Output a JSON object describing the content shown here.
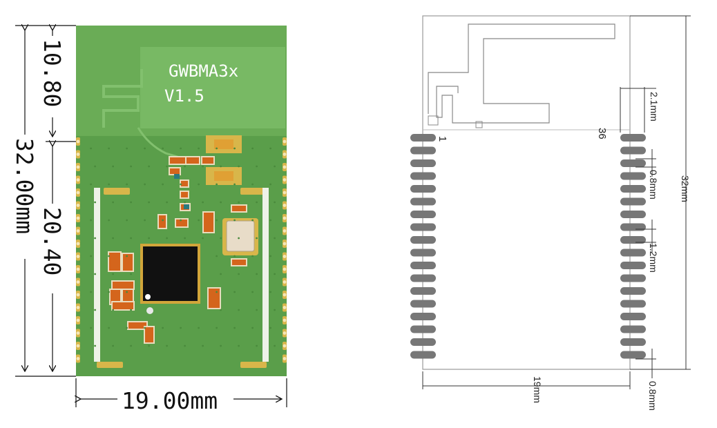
{
  "left_view": {
    "silkscreen": {
      "model": "GWBMA3x",
      "version": "V1.5"
    },
    "dimensions": {
      "antenna_height": "10.80",
      "total_height": "32.00mm",
      "body_height": "20.40",
      "width": "19.00mm"
    }
  },
  "right_view": {
    "pin_first": "1",
    "pin_last": "36",
    "dimensions": {
      "pad_width": "2.1mm",
      "pad_gap": "0.8mm",
      "pad_pitch": "1.2mm",
      "height": "32mm",
      "width": "19mm",
      "edge_offset": "0.8mm"
    }
  },
  "colors": {
    "pcb_green": "#5a9e4a",
    "antenna_green": "#6aac56",
    "gold_pad": "#d8b64a",
    "chip_black": "#111111",
    "smd_orange": "#d4651c",
    "footprint_pad": "#777777"
  }
}
